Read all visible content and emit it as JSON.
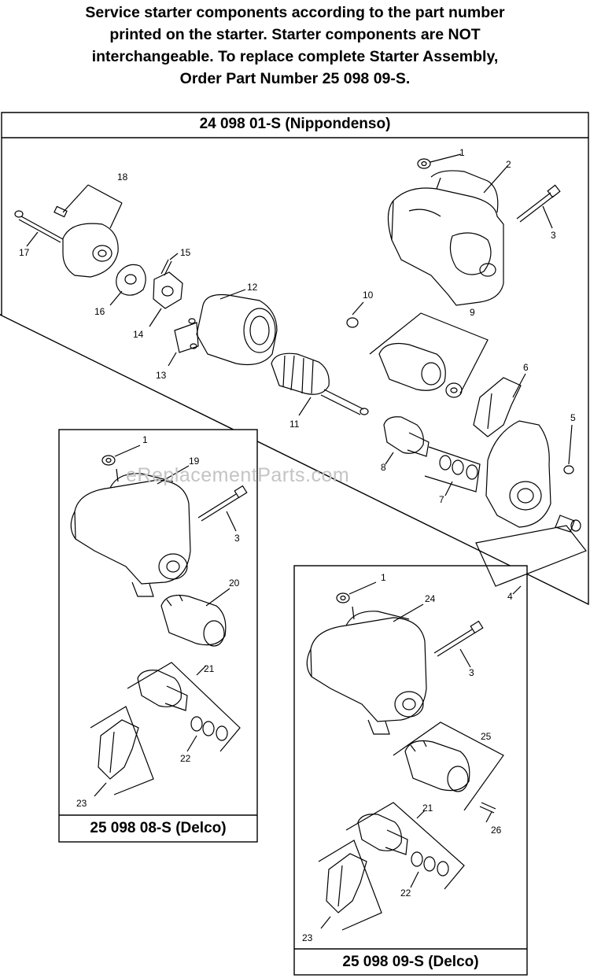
{
  "header": {
    "lines": [
      "Service starter components according to the part number",
      "printed on the starter. Starter components are NOT",
      "interchangeable. To replace complete Starter Assembly,",
      "Order Part Number 25 098 09-S."
    ]
  },
  "panels": {
    "nippondenso": {
      "title": "24 098 01-S (Nippondenso)"
    },
    "delco_08": {
      "title": "25 098 08-S (Delco)"
    },
    "delco_09": {
      "title": "25 098 09-S (Delco)"
    }
  },
  "watermark": "eReplacementParts.com",
  "callouts": {
    "nippondenso": [
      "1",
      "2",
      "3",
      "18",
      "15",
      "17",
      "12",
      "10",
      "16",
      "14",
      "9",
      "6",
      "13",
      "11",
      "5",
      "8",
      "7",
      "4"
    ],
    "delco_08": [
      "1",
      "19",
      "3",
      "20",
      "21",
      "22",
      "23"
    ],
    "delco_09": [
      "1",
      "24",
      "3",
      "25",
      "21",
      "26",
      "22",
      "23"
    ]
  }
}
